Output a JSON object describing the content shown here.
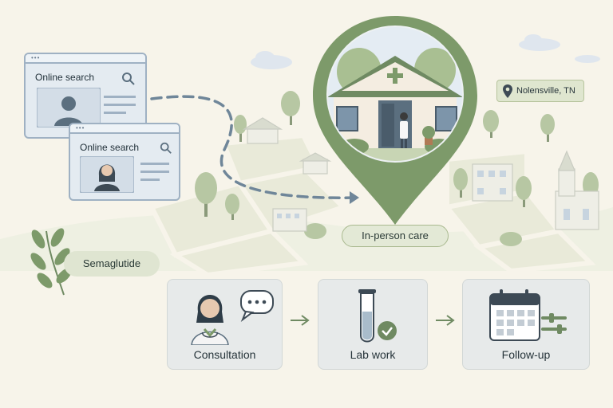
{
  "search_cards": [
    {
      "label": "Online search",
      "icon": "search-icon",
      "avatar": "person-icon"
    },
    {
      "label": "Online search",
      "icon": "search-icon",
      "avatar": "woman-avatar-icon"
    }
  ],
  "location": {
    "label": "Nolensville, TN",
    "icon": "map-pin-icon"
  },
  "care": {
    "label": "In-person care",
    "icon": "clinic-pin-icon"
  },
  "medication": {
    "label": "Semaglutide",
    "icon": "leaf-sprig-icon"
  },
  "steps": [
    {
      "label": "Consultation",
      "icon": "doctor-chat-icon"
    },
    {
      "label": "Lab work",
      "icon": "test-tube-check-icon"
    },
    {
      "label": "Follow-up",
      "icon": "calendar-icon"
    }
  ],
  "colors": {
    "background": "#f7f4ea",
    "accent_green": "#7d9a6a",
    "card_blue": "#e4ebf1",
    "dash_path": "#6f8699"
  }
}
